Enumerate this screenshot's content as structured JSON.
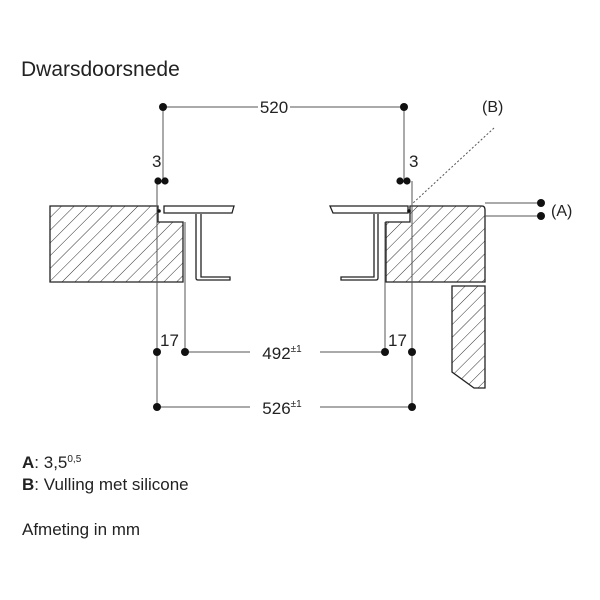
{
  "title": "Dwarsdoorsnede",
  "dimensions": {
    "top_width": "520",
    "gap_left": "3",
    "gap_right": "3",
    "inner_left": "17",
    "inner_right": "17",
    "cutout": "492",
    "cutout_tol": "±1",
    "outer": "526",
    "outer_tol": "±1"
  },
  "callouts": {
    "a": "(A)",
    "b": "(B)"
  },
  "legend": {
    "a_key": "A",
    "a_value": "3,5",
    "a_sup": "0,5",
    "b_key": "B",
    "b_value": "Vulling met silicone",
    "units": "Afmeting in mm"
  },
  "colors": {
    "line": "#222222",
    "dim_line": "#555555"
  }
}
